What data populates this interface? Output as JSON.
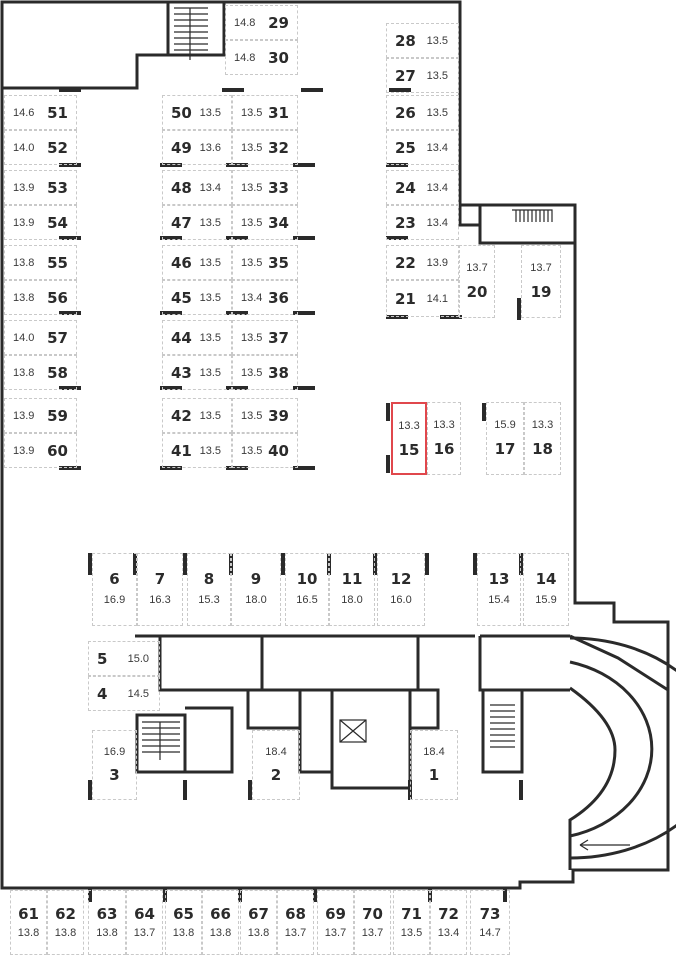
{
  "plan": {
    "colors": {
      "wall": "#2a2a2a",
      "spot_border": "#c9c9c9",
      "selected": "#e0474c",
      "text": "#2b2b2b"
    },
    "selected_spot": "15",
    "spots": [
      {
        "id": "29",
        "area": "14.8"
      },
      {
        "id": "30",
        "area": "14.8"
      },
      {
        "id": "28",
        "area": "13.5"
      },
      {
        "id": "27",
        "area": "13.5"
      },
      {
        "id": "26",
        "area": "13.5"
      },
      {
        "id": "25",
        "area": "13.4"
      },
      {
        "id": "24",
        "area": "13.4"
      },
      {
        "id": "23",
        "area": "13.4"
      },
      {
        "id": "22",
        "area": "13.9"
      },
      {
        "id": "21",
        "area": "14.1"
      },
      {
        "id": "20",
        "area": "13.7"
      },
      {
        "id": "19",
        "area": "13.7"
      },
      {
        "id": "51",
        "area": "14.6"
      },
      {
        "id": "52",
        "area": "14.0"
      },
      {
        "id": "53",
        "area": "13.9"
      },
      {
        "id": "54",
        "area": "13.9"
      },
      {
        "id": "55",
        "area": "13.8"
      },
      {
        "id": "56",
        "area": "13.8"
      },
      {
        "id": "57",
        "area": "14.0"
      },
      {
        "id": "58",
        "area": "13.8"
      },
      {
        "id": "59",
        "area": "13.9"
      },
      {
        "id": "60",
        "area": "13.9"
      },
      {
        "id": "50",
        "area": "13.5"
      },
      {
        "id": "49",
        "area": "13.6"
      },
      {
        "id": "48",
        "area": "13.4"
      },
      {
        "id": "47",
        "area": "13.5"
      },
      {
        "id": "46",
        "area": "13.5"
      },
      {
        "id": "45",
        "area": "13.5"
      },
      {
        "id": "44",
        "area": "13.5"
      },
      {
        "id": "43",
        "area": "13.5"
      },
      {
        "id": "42",
        "area": "13.5"
      },
      {
        "id": "41",
        "area": "13.5"
      },
      {
        "id": "31",
        "area": "13.5"
      },
      {
        "id": "32",
        "area": "13.5"
      },
      {
        "id": "33",
        "area": "13.5"
      },
      {
        "id": "34",
        "area": "13.5"
      },
      {
        "id": "35",
        "area": "13.5"
      },
      {
        "id": "36",
        "area": "13.4"
      },
      {
        "id": "37",
        "area": "13.5"
      },
      {
        "id": "38",
        "area": "13.5"
      },
      {
        "id": "39",
        "area": "13.5"
      },
      {
        "id": "40",
        "area": "13.5"
      },
      {
        "id": "15",
        "area": "13.3"
      },
      {
        "id": "16",
        "area": "13.3"
      },
      {
        "id": "17",
        "area": "15.9"
      },
      {
        "id": "18",
        "area": "13.3"
      },
      {
        "id": "6",
        "area": "16.9"
      },
      {
        "id": "7",
        "area": "16.3"
      },
      {
        "id": "8",
        "area": "15.3"
      },
      {
        "id": "9",
        "area": "18.0"
      },
      {
        "id": "10",
        "area": "16.5"
      },
      {
        "id": "11",
        "area": "18.0"
      },
      {
        "id": "12",
        "area": "16.0"
      },
      {
        "id": "13",
        "area": "15.4"
      },
      {
        "id": "14",
        "area": "15.9"
      },
      {
        "id": "5",
        "area": "15.0"
      },
      {
        "id": "4",
        "area": "14.5"
      },
      {
        "id": "3",
        "area": "16.9"
      },
      {
        "id": "2",
        "area": "18.4"
      },
      {
        "id": "1",
        "area": "18.4"
      },
      {
        "id": "61",
        "area": "13.8"
      },
      {
        "id": "62",
        "area": "13.8"
      },
      {
        "id": "63",
        "area": "13.8"
      },
      {
        "id": "64",
        "area": "13.7"
      },
      {
        "id": "65",
        "area": "13.8"
      },
      {
        "id": "66",
        "area": "13.8"
      },
      {
        "id": "67",
        "area": "13.8"
      },
      {
        "id": "68",
        "area": "13.7"
      },
      {
        "id": "69",
        "area": "13.7"
      },
      {
        "id": "70",
        "area": "13.7"
      },
      {
        "id": "71",
        "area": "13.5"
      },
      {
        "id": "72",
        "area": "13.4"
      },
      {
        "id": "73",
        "area": "14.7"
      }
    ]
  }
}
